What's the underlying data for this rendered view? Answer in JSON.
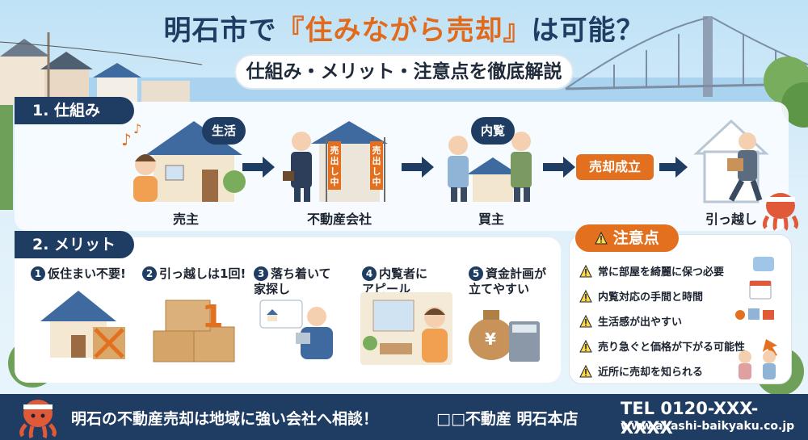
{
  "header": {
    "title_pre": "明石市で",
    "title_highlight": "『住みながら売却』",
    "title_post": "は可能？",
    "subtitle": "仕組み・メリット・注意点を徹底解説"
  },
  "section1": {
    "label": "1. 仕組み",
    "steps": [
      {
        "label": "売主",
        "bubble": "生活"
      },
      {
        "label": "不動産会社",
        "banner_left": "売出し中",
        "banner_right": "売出し中"
      },
      {
        "label": "買主",
        "bubble": "内覧"
      },
      {
        "label": "引っ越し"
      }
    ],
    "sold_badge": "売却成立"
  },
  "section2": {
    "label": "2. メリット",
    "items": [
      {
        "num": "1",
        "line1": "仮住まい不要!",
        "line2": ""
      },
      {
        "num": "2",
        "line1": "引っ越しは1回!",
        "line2": ""
      },
      {
        "num": "3",
        "line1": "落ち着いて",
        "line2": "家探し"
      },
      {
        "num": "4",
        "line1": "内覧者に",
        "line2": "アピール"
      },
      {
        "num": "5",
        "line1": "資金計画が",
        "line2": "立てやすい"
      }
    ],
    "boxes_number": "1",
    "yen": "¥"
  },
  "cautions": {
    "label": "注意点",
    "items": [
      "常に部屋を綺麗に保つ必要",
      "内覧対応の手間と時間",
      "生活感が出やすい",
      "売り急ぐと価格が下がる可能性",
      "近所に売却を知られる"
    ]
  },
  "footer": {
    "message": "明石の不動産売却は地域に強い会社へ相談！",
    "company": "□□不動産 明石本店",
    "tel": "TEL 0120-XXX-XXXX",
    "url": "www.akashi-baikyaku.co.jp"
  },
  "colors": {
    "navy": "#1f3c63",
    "orange": "#e2701f",
    "sky": "#bfe2f6"
  }
}
